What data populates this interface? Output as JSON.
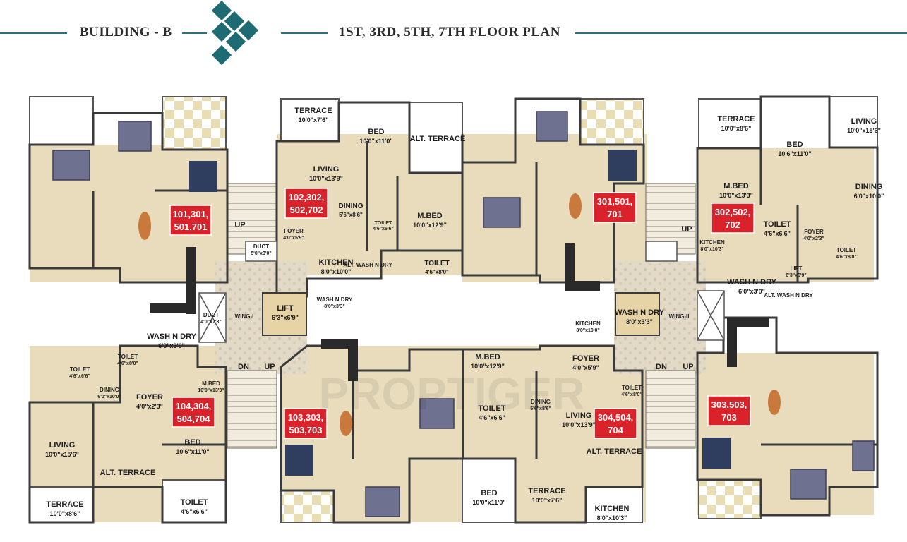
{
  "header": {
    "building": "BUILDING - B",
    "title": "1ST, 3RD, 5TH, 7TH FLOOR PLAN",
    "accent_color": "#1f6b73"
  },
  "units": [
    {
      "id": "u1",
      "line1": "101,301,",
      "line2": "501,701"
    },
    {
      "id": "u2",
      "line1": "102,302,",
      "line2": "502,702"
    },
    {
      "id": "u3",
      "line1": "301,501,",
      "line2": "701"
    },
    {
      "id": "u4",
      "line1": "302,502,",
      "line2": "702"
    },
    {
      "id": "u5",
      "line1": "104,304,",
      "line2": "504,704"
    },
    {
      "id": "u6",
      "line1": "103,303,",
      "line2": "503,703"
    },
    {
      "id": "u7",
      "line1": "304,504,",
      "line2": "704"
    },
    {
      "id": "u8",
      "line1": "303,503,",
      "line2": "703"
    }
  ],
  "rooms": [
    {
      "name": "TERRACE",
      "size": "10'0\"x7'6\""
    },
    {
      "name": "BED",
      "size": "10'0\"x11'0\""
    },
    {
      "name": "ALT. TERRACE",
      "size": ""
    },
    {
      "name": "LIVING",
      "size": "10'0\"x13'9\""
    },
    {
      "name": "DINING",
      "size": "5'6\"x8'6\""
    },
    {
      "name": "TOILET",
      "size": "4'6\"x6'6\""
    },
    {
      "name": "M.BED",
      "size": "10'0\"x12'9\""
    },
    {
      "name": "FOYER",
      "size": "4'0\"x5'9\""
    },
    {
      "name": "KITCHEN",
      "size": "8'0\"x10'0\""
    },
    {
      "name": "ALT. WASH N DRY",
      "size": ""
    },
    {
      "name": "TOILET",
      "size": "4'6\"x8'0\""
    },
    {
      "name": "WASH N DRY",
      "size": "8'0\"x3'3\""
    },
    {
      "name": "LIFT",
      "size": "6'3\"x6'9\""
    },
    {
      "name": "DUCT",
      "size": "5'0\"x3'0\""
    },
    {
      "name": "DUCT",
      "size": "4'0\"x7'3\""
    },
    {
      "name": "TERRACE",
      "size": "10'0\"x8'6\""
    },
    {
      "name": "BED",
      "size": "10'6\"x11'0\""
    },
    {
      "name": "LIVING",
      "size": "10'0\"x15'6\""
    },
    {
      "name": "M.BED",
      "size": "10'0\"x13'3\""
    },
    {
      "name": "DINING",
      "size": "6'0\"x10'0\""
    },
    {
      "name": "TOILET",
      "size": "4'6\"x6'6\""
    },
    {
      "name": "FOYER",
      "size": "4'0\"x2'3\""
    },
    {
      "name": "KITCHEN",
      "size": "8'0\"x10'3\""
    },
    {
      "name": "WASH N DRY",
      "size": "6'0\"x3'0\""
    },
    {
      "name": "LIFT",
      "size": "6'3\"x6'9\""
    },
    {
      "name": "WASH N DRY",
      "size": "8'0\"x3'3\""
    },
    {
      "name": "KITCHEN",
      "size": "8'0\"x10'0\""
    },
    {
      "name": "FOYER",
      "size": "4'0\"x5'9\""
    },
    {
      "name": "TOILET",
      "size": "4'6\"x8'0\""
    },
    {
      "name": "M.BED",
      "size": "10'0\"x12'9\""
    },
    {
      "name": "TOILET",
      "size": "4'6\"x6'6\""
    },
    {
      "name": "DINING",
      "size": "5'6\"x8'6\""
    },
    {
      "name": "LIVING",
      "size": "10'0\"x13'9\""
    },
    {
      "name": "ALT. TERRACE",
      "size": ""
    },
    {
      "name": "BED",
      "size": "10'0\"x11'0\""
    },
    {
      "name": "TERRACE",
      "size": "10'0\"x7'6\""
    },
    {
      "name": "KITCHEN",
      "size": "8'0\"x10'3\""
    },
    {
      "name": "WASH N DRY",
      "size": "6'0\"x3'0\""
    },
    {
      "name": "TOILET",
      "size": "4'6\"x8'0\""
    },
    {
      "name": "TOILET",
      "size": "4'6\"x6'6\""
    },
    {
      "name": "DINING",
      "size": "6'0\"x10'0\""
    },
    {
      "name": "FOYER",
      "size": "4'0\"x2'3\""
    },
    {
      "name": "M.BED",
      "size": "10'0\"x13'3\""
    },
    {
      "name": "LIVING",
      "size": "10'0\"x15'6\""
    },
    {
      "name": "BED",
      "size": "10'6\"x11'0\""
    },
    {
      "name": "ALT. TERRACE",
      "size": ""
    },
    {
      "name": "TERRACE",
      "size": "10'0\"x8'6\""
    },
    {
      "name": "TOILET",
      "size": "4'6\"x6'6\""
    },
    {
      "name": "TOILET",
      "size": "4'6\"x8'0\""
    },
    {
      "name": "ALT. WASH N DRY",
      "size": ""
    }
  ],
  "core": {
    "up": "UP",
    "dn": "DN",
    "wing_left": "WING-I",
    "wing_right": "WING-II",
    "watermark": "PROPTIGER"
  }
}
